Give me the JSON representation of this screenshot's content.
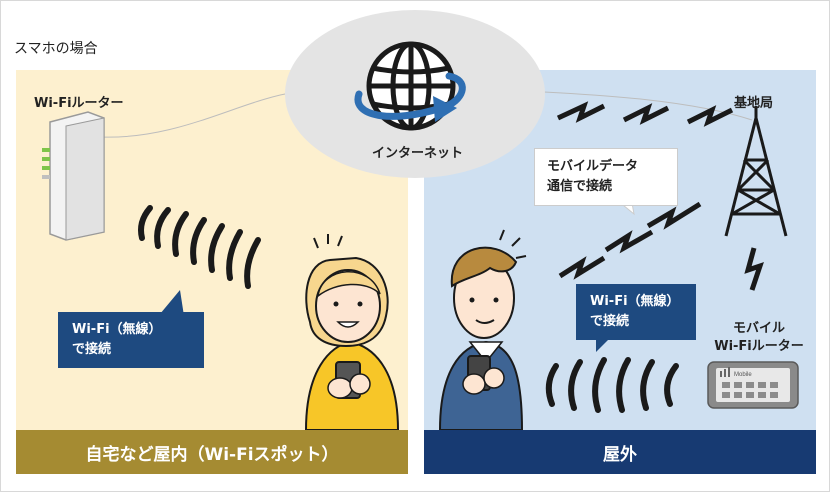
{
  "title": "スマホの場合",
  "internet": {
    "label": "インターネット"
  },
  "left": {
    "router_label": "Wi-Fiルーター",
    "bubble_line1": "Wi-Fi（無線）",
    "bubble_line2": "で接続",
    "footer": "自宅など屋内（Wi-Fiスポット）"
  },
  "right": {
    "base_station_label": "基地局",
    "callout_line1": "モバイルデータ",
    "callout_line2": "通信で接続",
    "bubble_line1": "Wi-Fi（無線）",
    "bubble_line2": "で接続",
    "mobile_router_line1": "モバイル",
    "mobile_router_line2": "Wi-Fiルーター",
    "device_text": "Mobile",
    "footer": "屋外"
  },
  "colors": {
    "left_panel": "#fdf0cf",
    "right_panel": "#cfe0f1",
    "left_footer": "#a58b32",
    "right_footer": "#173a72",
    "bubble": "#1e4a80",
    "arrow": "#2f6fb3"
  }
}
